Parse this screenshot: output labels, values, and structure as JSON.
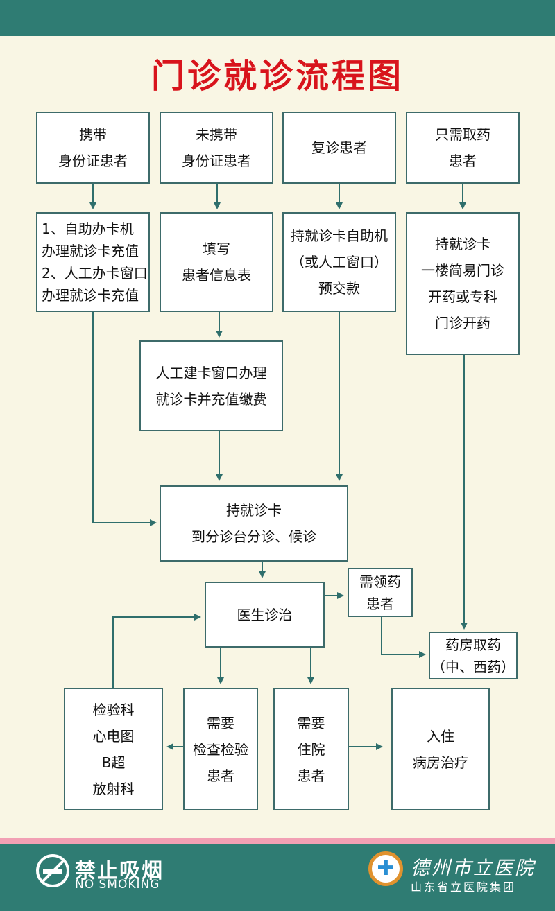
{
  "title": "门诊就诊流程图",
  "colors": {
    "header_bar": "#2f7c73",
    "title": "#d8141c",
    "box_border": "#3d6b6a",
    "arrow": "#2f6f6c",
    "background": "#f9f6e4",
    "accent_strip": "#f2a0b4"
  },
  "nodes": {
    "with_id": [
      "携带",
      "身份证患者"
    ],
    "without_id": [
      "未携带",
      "身份证患者"
    ],
    "return_visit": [
      "复诊患者"
    ],
    "medicine_only": [
      "只需取药",
      "患者"
    ],
    "self_service_card": [
      "1、自助办卡机",
      "办理就诊卡充值",
      "2、人工办卡窗口",
      "办理就诊卡充值"
    ],
    "fill_form": [
      "填写",
      "患者信息表"
    ],
    "prepay": [
      "持就诊卡自助机",
      "（或人工窗口）",
      "预交款"
    ],
    "simple_clinic": [
      "持就诊卡",
      "一楼简易门诊",
      "开药或专科",
      "门诊开药"
    ],
    "manual_card": [
      "人工建卡窗口办理",
      "就诊卡并充值缴费"
    ],
    "triage": [
      "持就诊卡",
      "到分诊台分诊、候诊"
    ],
    "doctor": [
      "医生诊治"
    ],
    "need_medicine": [
      "需领药",
      "患者"
    ],
    "pharmacy": [
      "药房取药",
      "（中、西药）"
    ],
    "exam_depts": [
      "检验科",
      "心电图",
      "B超",
      "放射科"
    ],
    "need_exam": [
      "需要",
      "检查检验",
      "患者"
    ],
    "need_hospital": [
      "需要",
      "住院",
      "患者"
    ],
    "ward": [
      "入住",
      "病房治疗"
    ]
  },
  "edges": [
    [
      "with_id",
      "self_service_card"
    ],
    [
      "without_id",
      "fill_form"
    ],
    [
      "return_visit",
      "prepay"
    ],
    [
      "medicine_only",
      "simple_clinic"
    ],
    [
      "fill_form",
      "manual_card"
    ],
    [
      "manual_card",
      "triage"
    ],
    [
      "self_service_card",
      "triage"
    ],
    [
      "prepay",
      "triage"
    ],
    [
      "triage",
      "doctor"
    ],
    [
      "doctor",
      "need_medicine"
    ],
    [
      "need_medicine",
      "pharmacy"
    ],
    [
      "simple_clinic",
      "pharmacy"
    ],
    [
      "doctor",
      "need_exam"
    ],
    [
      "doctor",
      "need_hospital"
    ],
    [
      "need_exam",
      "exam_depts"
    ],
    [
      "exam_depts",
      "doctor"
    ],
    [
      "need_hospital",
      "ward"
    ]
  ],
  "footer": {
    "no_smoking_cn": "禁止吸烟",
    "no_smoking_en": "NO SMOKING",
    "hospital_name": "德州市立医院",
    "hospital_group": "山东省立医院集团"
  },
  "icons": {
    "no_smoking": "no-smoking-icon",
    "hospital_logo": "hospital-logo-icon"
  }
}
